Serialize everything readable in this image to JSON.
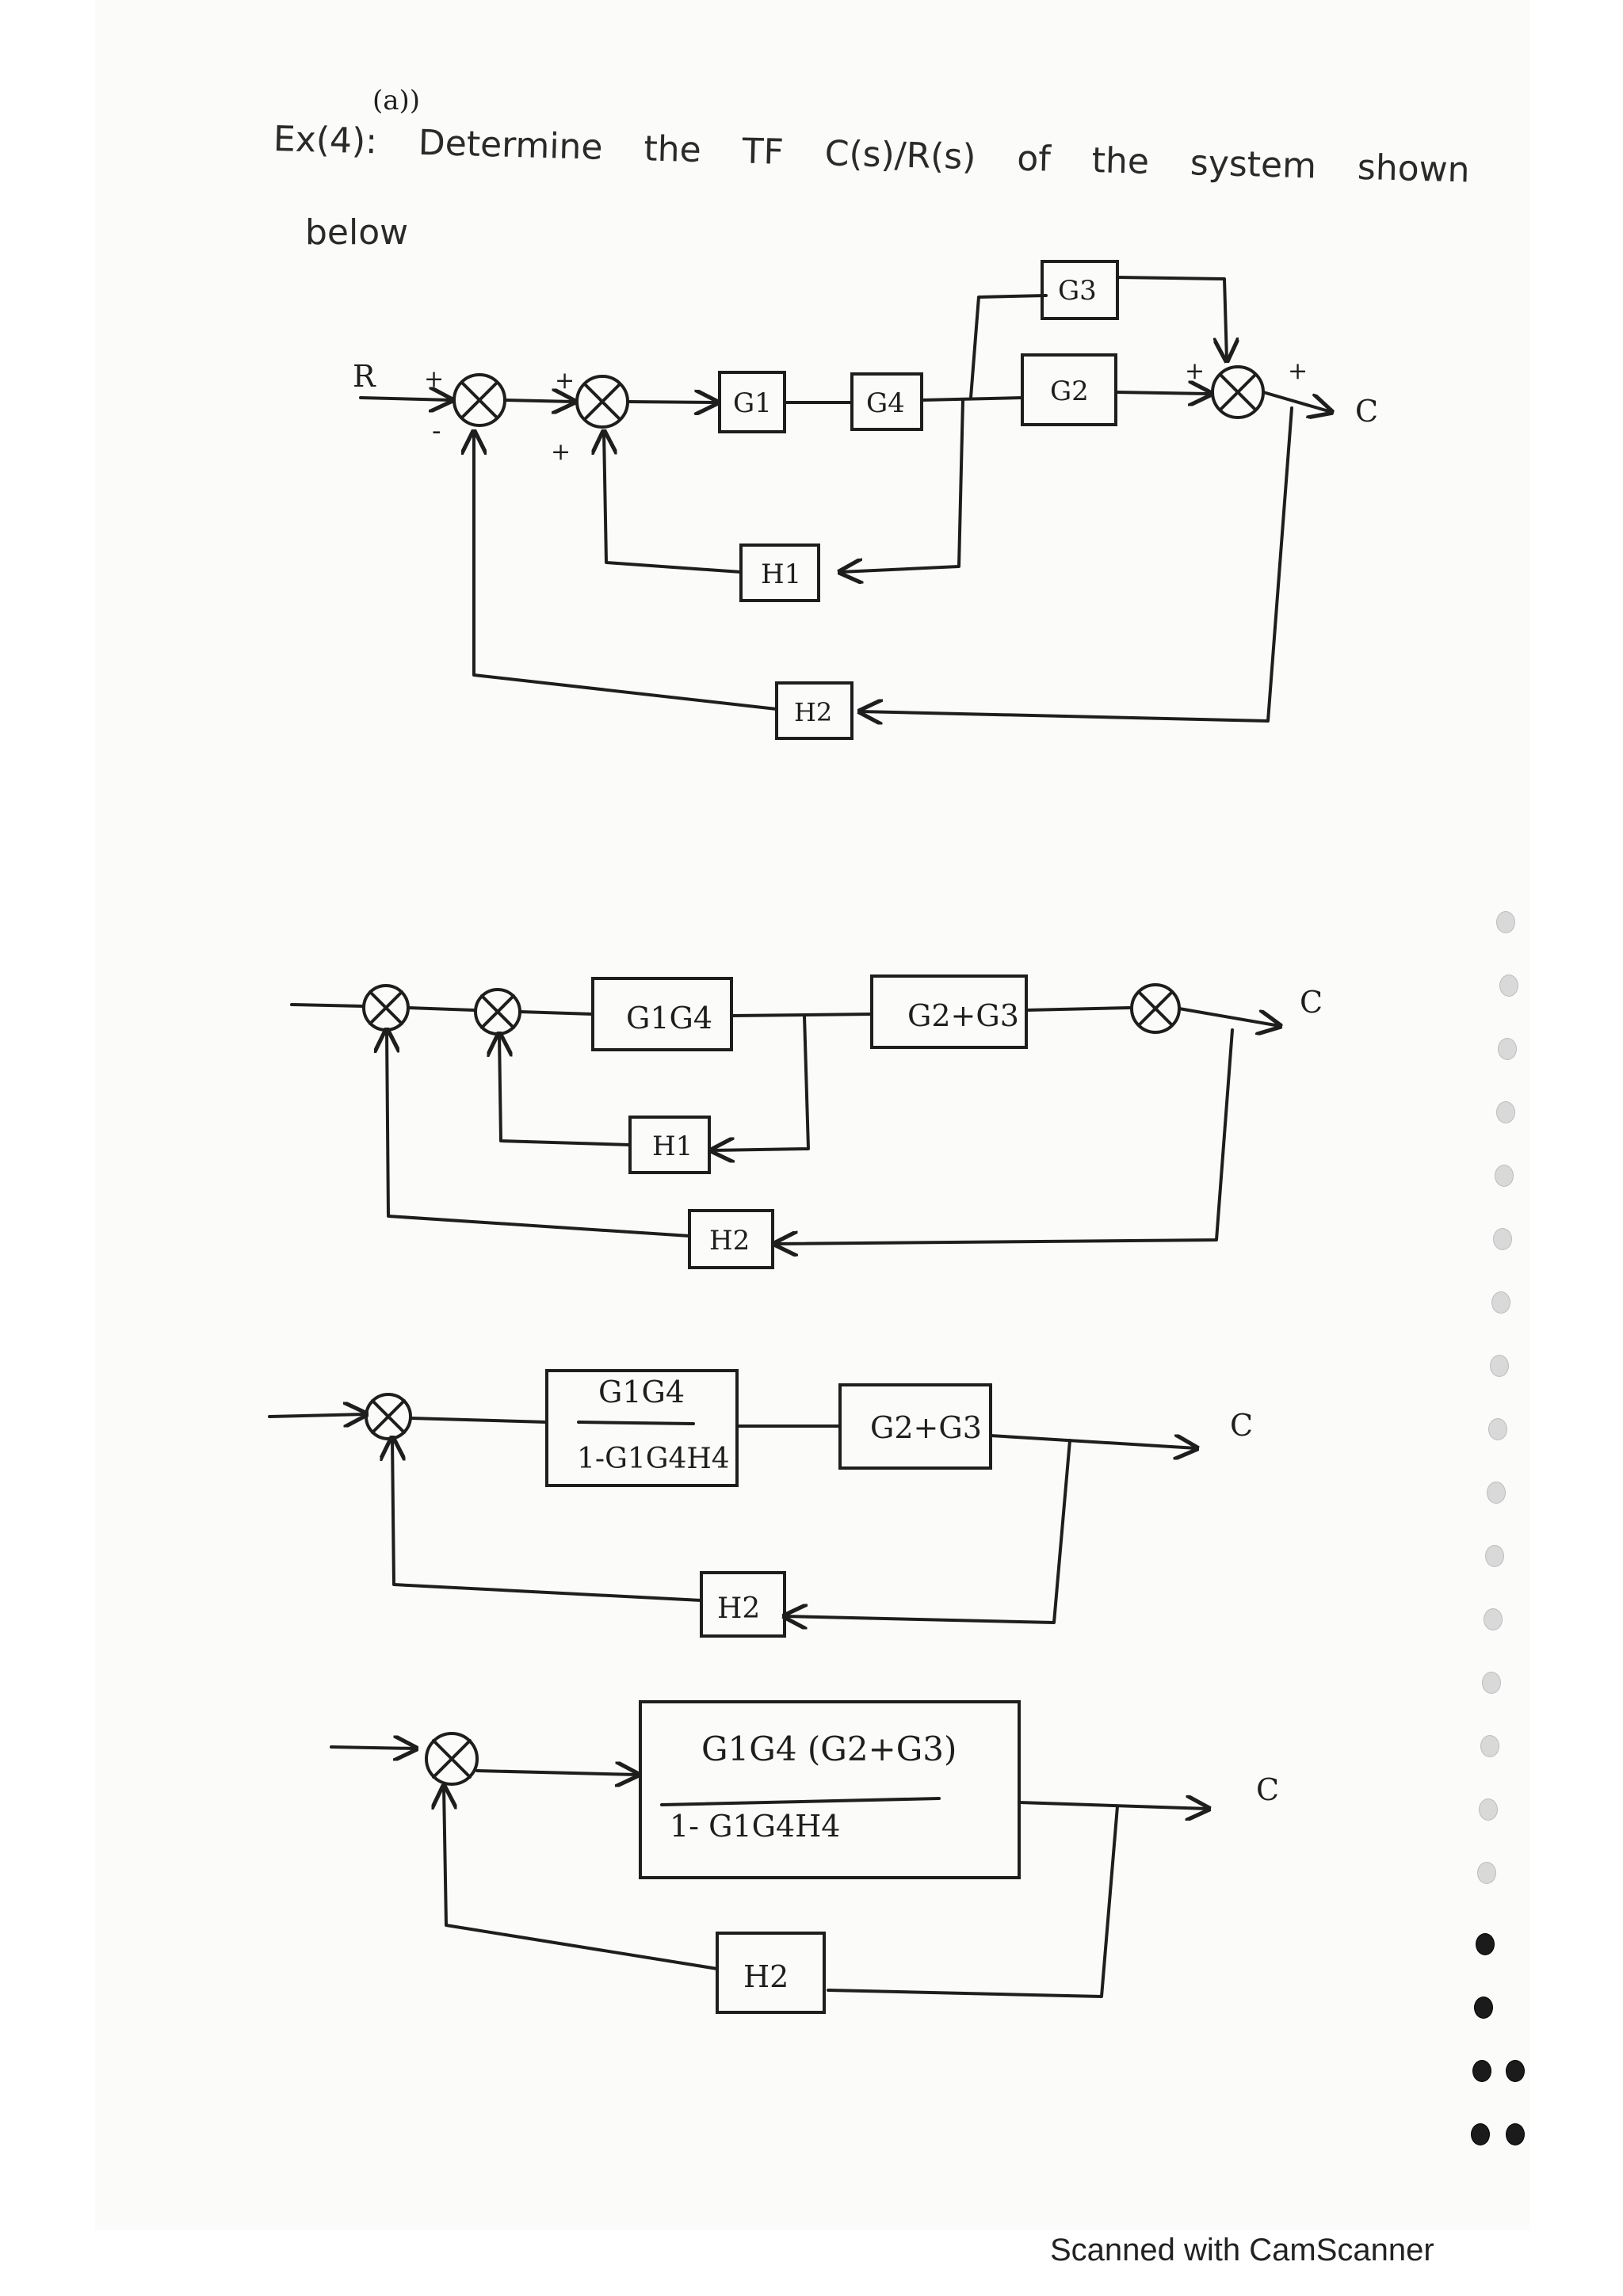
{
  "header": {
    "prefix": "Ex(4):",
    "note": "(a))",
    "words": [
      "Determine",
      "the",
      "TF",
      "C(s)/R(s)",
      "of",
      "the",
      "system",
      "shown"
    ],
    "line2": "below"
  },
  "diagram1": {
    "input": "R",
    "output": "C",
    "blocks": {
      "g1": "G1",
      "g4": "G4",
      "g3": "G3",
      "g2": "G2",
      "h1": "H1",
      "h2": "H2"
    },
    "signs": {
      "s1_in": "+",
      "s1_fb": "-",
      "s2_in": "+",
      "s2_fb": "+",
      "s3_a": "+",
      "s3_b": "+"
    }
  },
  "diagram2": {
    "output": "C",
    "blocks": {
      "forward": "G1G4",
      "parallel": "G2+G3",
      "h1": "H1",
      "h2": "H2"
    }
  },
  "diagram3": {
    "output": "C",
    "blocks": {
      "num": "G1G4",
      "den": "1-G1G4H4",
      "parallel": "G2+G3",
      "h2": "H2"
    }
  },
  "diagram4": {
    "output": "C",
    "blocks": {
      "num": "G1G4 (G2+G3)",
      "den": "1- G1G4H4",
      "h2": "H2"
    }
  },
  "footer": "Scanned with CamScanner"
}
